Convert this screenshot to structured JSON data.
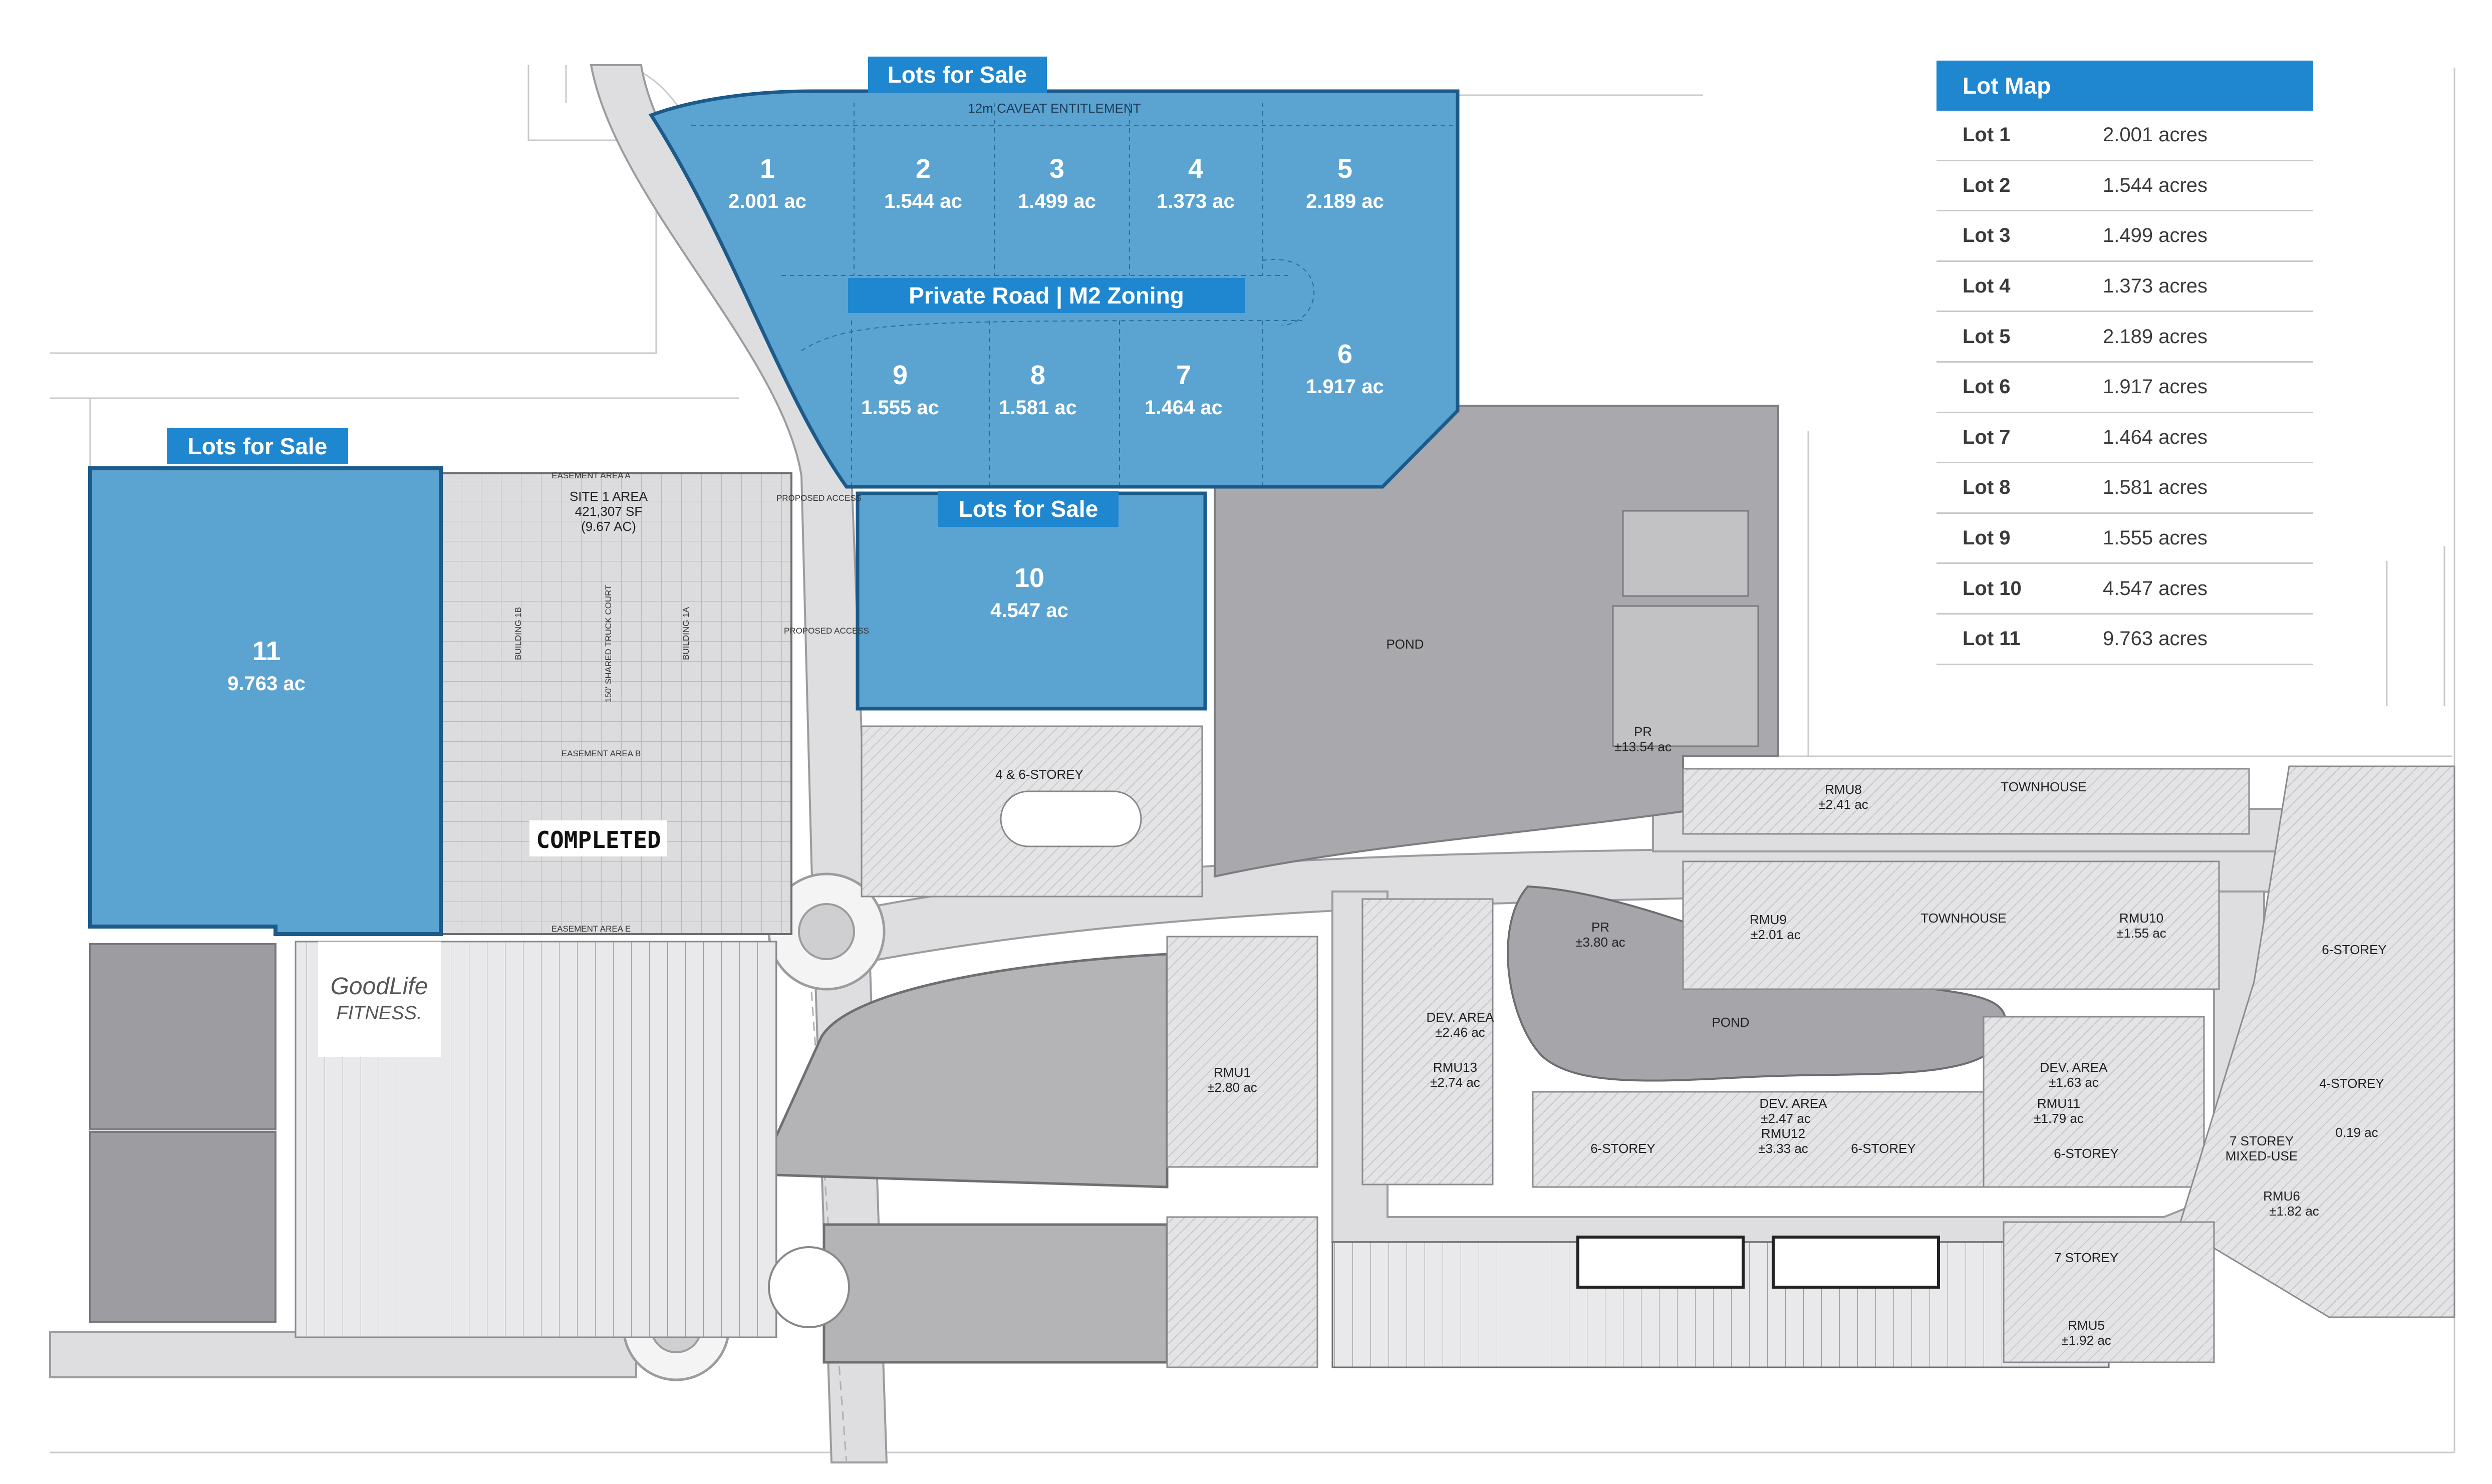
{
  "banners": {
    "top": "Lots for Sale",
    "left": "Lots for Sale",
    "middle": "Lots for Sale",
    "private_road": "Private Road | M2 Zoning"
  },
  "caveat_text": "12m CAVEAT ENTITLEMENT",
  "lots": [
    {
      "number": "1",
      "area": "2.001 ac"
    },
    {
      "number": "2",
      "area": "1.544 ac"
    },
    {
      "number": "3",
      "area": "1.499 ac"
    },
    {
      "number": "4",
      "area": "1.373 ac"
    },
    {
      "number": "5",
      "area": "2.189 ac"
    },
    {
      "number": "6",
      "area": "1.917 ac"
    },
    {
      "number": "7",
      "area": "1.464 ac"
    },
    {
      "number": "8",
      "area": "1.581 ac"
    },
    {
      "number": "9",
      "area": "1.555 ac"
    },
    {
      "number": "10",
      "area": "4.547 ac"
    },
    {
      "number": "11",
      "area": "9.763 ac"
    }
  ],
  "site_labels": {
    "site1_line1": "SITE 1 AREA",
    "site1_line2": "421,307 SF",
    "site1_line3": "(9.67 AC)",
    "easement_a": "EASEMENT AREA A",
    "easement_b": "EASEMENT AREA B",
    "easement_e": "EASEMENT AREA E",
    "truck_court": "150' SHARED TRUCK COURT",
    "building_1b": "BUILDING 1B",
    "building_1a": "BUILDING 1A",
    "completed": "COMPLETED",
    "proposed_access_1": "PROPOSED ACCESS",
    "proposed_access_2": "PROPOSED ACCESS",
    "pond_1": "POND",
    "pr_1_line1": "PR",
    "pr_1_line2": "±13.54 ac",
    "storey_4_6": "4 & 6-STOREY",
    "rmu8_line1": "RMU8",
    "rmu8_line2": "±2.41 ac",
    "townhouse_1": "TOWNHOUSE",
    "townhouse_2": "TOWNHOUSE",
    "rmu9_line1": "RMU9",
    "rmu9_line2": "±2.01 ac",
    "rmu10_line1": "RMU10",
    "rmu10_line2": "±1.55 ac",
    "pr_2_line1": "PR",
    "pr_2_line2": "±3.80 ac",
    "pond_2": "POND",
    "dev_area_1_line1": "DEV. AREA",
    "dev_area_1_line2": "±2.46 ac",
    "rmu13_line1": "RMU13",
    "rmu13_line2": "±2.74 ac",
    "rmu1_line1": "RMU1",
    "rmu1_line2": "±2.80 ac",
    "dev_area_2_line1": "DEV. AREA",
    "dev_area_2_line2": "±2.47 ac",
    "rmu12_line1": "RMU12",
    "rmu12_line2": "±3.33 ac",
    "six_storey_1": "6-STOREY",
    "six_storey_2": "6-STOREY",
    "six_storey_3": "6-STOREY",
    "six_storey_4": "6-STOREY",
    "dev_area_3_line1": "DEV. AREA",
    "dev_area_3_line2": "±1.63 ac",
    "rmu11_line1": "RMU11",
    "rmu11_line2": "±1.79 ac",
    "four_storey": "4-STOREY",
    "seven_storey_mixed_line1": "7 STOREY",
    "seven_storey_mixed_line2": "MIXED-USE",
    "rmu6_line1": "RMU6",
    "rmu6_line2": "±1.82 ac",
    "side_small": "0.19 ac",
    "seven_storey": "7 STOREY",
    "rmu5_line1": "RMU5",
    "rmu5_line2": "±1.92 ac",
    "goodlife_line1": "GoodLife",
    "goodlife_line2": "FITNESS."
  },
  "legend": {
    "title": "Lot Map",
    "rows": [
      {
        "lot": "Lot 1",
        "acres": "2.001 acres"
      },
      {
        "lot": "Lot 2",
        "acres": "1.544 acres"
      },
      {
        "lot": "Lot 3",
        "acres": "1.499 acres"
      },
      {
        "lot": "Lot 4",
        "acres": "1.373 acres"
      },
      {
        "lot": "Lot 5",
        "acres": "2.189 acres"
      },
      {
        "lot": "Lot 6",
        "acres": "1.917 acres"
      },
      {
        "lot": "Lot 7",
        "acres": "1.464 acres"
      },
      {
        "lot": "Lot 8",
        "acres": "1.581 acres"
      },
      {
        "lot": "Lot 9",
        "acres": "1.555 acres"
      },
      {
        "lot": "Lot 10",
        "acres": "4.547 acres"
      },
      {
        "lot": "Lot 11",
        "acres": "9.763 acres"
      }
    ]
  },
  "colors": {
    "lot_fill": "#5ba3d0",
    "lot_stroke": "#1c5a8a",
    "banner": "#1e87cf",
    "grey_parcel": "#b4b4b7",
    "dark_parcel": "#9a9a9e",
    "road": "#d9d9d9",
    "pond": "#a6a6aa"
  }
}
